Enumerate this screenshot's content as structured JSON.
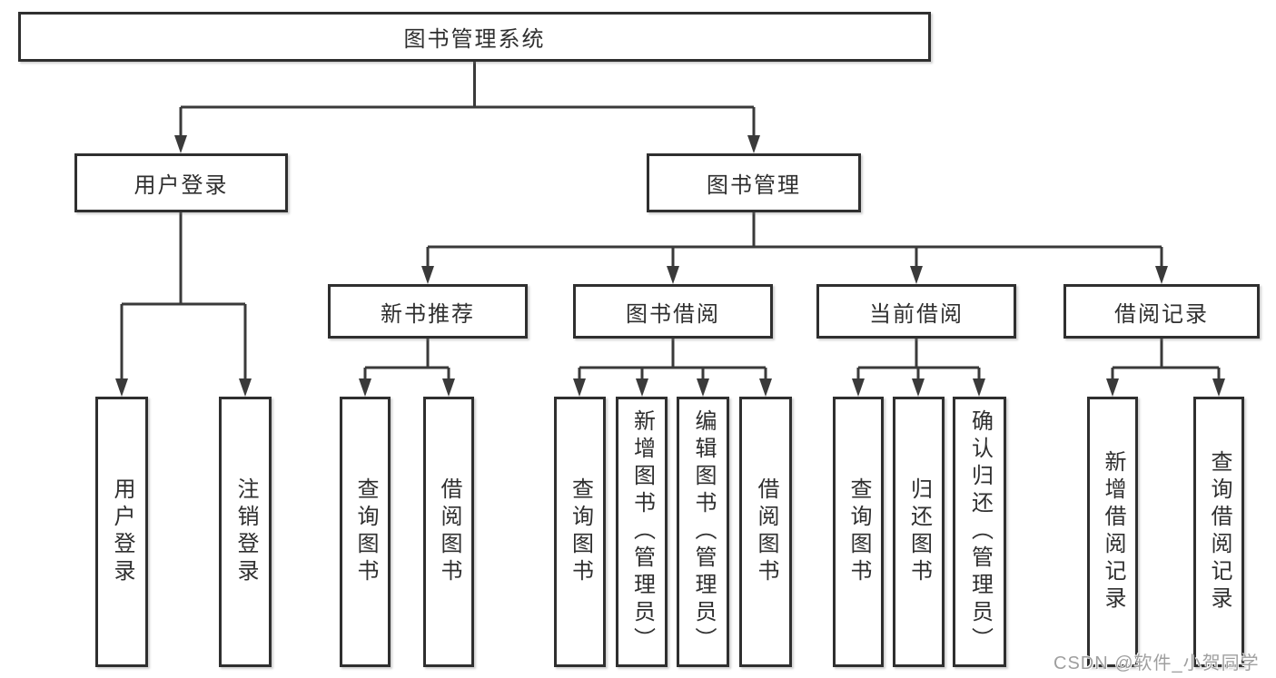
{
  "nodes": {
    "root": "图书管理系统",
    "level2": [
      {
        "label": "用户登录"
      },
      {
        "label": "图书管理"
      }
    ],
    "level3": [
      {
        "label": "新书推荐"
      },
      {
        "label": "图书借阅"
      },
      {
        "label": "当前借阅"
      },
      {
        "label": "借阅记录"
      }
    ],
    "leaves": [
      {
        "label": "用户登录"
      },
      {
        "label": "注销登录"
      },
      {
        "label": "查询图书"
      },
      {
        "label": "借阅图书"
      },
      {
        "label": "查询图书"
      },
      {
        "label": "新增图书（管理员）"
      },
      {
        "label": "编辑图书（管理员）"
      },
      {
        "label": "借阅图书"
      },
      {
        "label": "查询图书"
      },
      {
        "label": "归还图书"
      },
      {
        "label": "确认归还（管理员）"
      },
      {
        "label": "新增借阅记录"
      },
      {
        "label": "查询借阅记录"
      }
    ]
  },
  "watermark": "CSDN @软件_小贺同学",
  "colors": {
    "line": "#3a3a3a",
    "box_border": "#2f2f2f",
    "text": "#2f2f2f",
    "watermark": "#9f9f9f",
    "background": "#ffffff"
  }
}
